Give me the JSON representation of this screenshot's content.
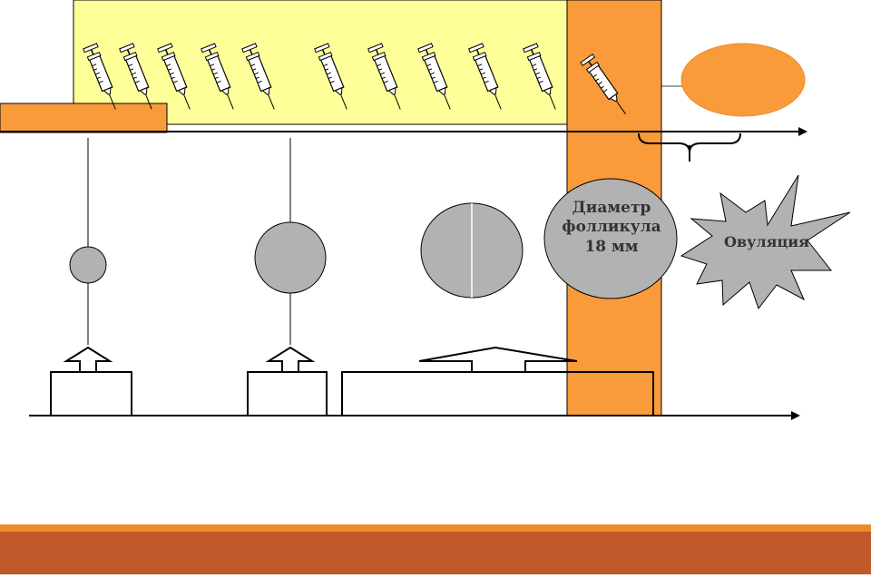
{
  "colors": {
    "yellow_band": "#ffff99",
    "orange": "#f99b3b",
    "gray_circle": "#b2b2b2",
    "footer_dark": "#c0592a",
    "footer_light": "#ef8a2a"
  },
  "syringe_count": 11,
  "follicle": {
    "diameter_lines": [
      "Диаметр",
      "фолликула",
      "18 мм"
    ]
  },
  "ovulation": {
    "label": "Овуляция"
  },
  "icons": [
    "syringe-icon",
    "up-arrow-icon",
    "starburst-icon"
  ]
}
